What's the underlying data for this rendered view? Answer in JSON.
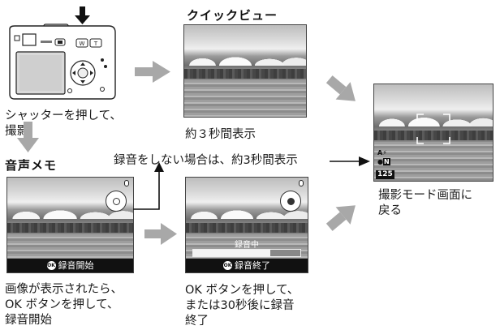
{
  "labels": {
    "press_shutter": [
      "シャッターを押して、",
      "撮影"
    ],
    "quick_view_title": "クイックビュー",
    "display_3s": "約３秒間表示",
    "voice_memo_title": "音声メモ",
    "no_record_note": "録音をしない場合は、約3秒間表示",
    "return_shooting": [
      "撮影モード画面に",
      "戻る"
    ],
    "step_display": [
      "画像が表示されたら、",
      "OK ボタンを押して、",
      "録音開始"
    ],
    "step_stop": [
      "OK ボタンを押して、",
      "または30秒後に録音",
      "終了"
    ]
  },
  "screens": {
    "memo_start_bar": "録音開始",
    "memo_end_bar": "録音終了",
    "recording_label": "録音中",
    "recording_progress": 0.72,
    "ok_glyph": "OK",
    "shots_remaining": "125",
    "mode_glyph": "A",
    "quality_glyph": "N"
  },
  "icons": {
    "camera": "camera-back-icon",
    "shutter_arrow": "down-arrow-icon",
    "flow_arrow": "gray-arrow-icon",
    "mic": "microphone-icon",
    "disc": "record-disc-icon"
  },
  "colors": {
    "flow_arrow": "#a8a8a8",
    "bar_bg": "#111111",
    "text": "#1a1a1a"
  }
}
